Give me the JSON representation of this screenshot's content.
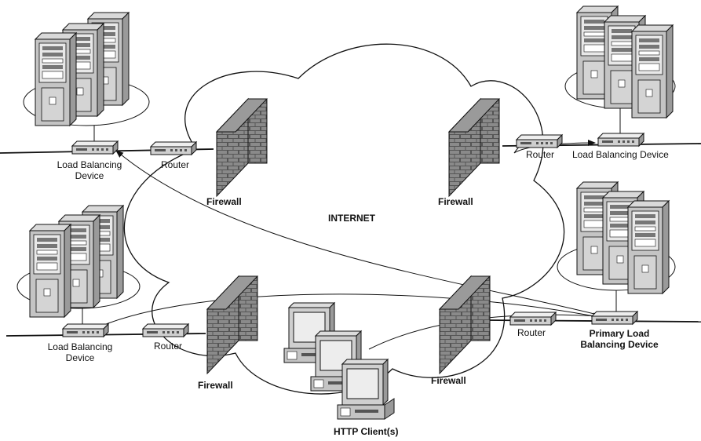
{
  "labels": {
    "internet": "INTERNET",
    "firewall_top_left": "Firewall",
    "firewall_top_right": "Firewall",
    "firewall_bottom_left": "Firewall",
    "firewall_bottom_right": "Firewall",
    "router_top_left": "Router",
    "router_top_right": "Router",
    "router_bottom_left": "Router",
    "router_bottom_right": "Router",
    "lbd_top_left_line1": "Load Balancing",
    "lbd_top_left_line2": "Device",
    "lbd_top_right": "Load Balancing Device",
    "lbd_bottom_left_line1": "Load Balancing",
    "lbd_bottom_left_line2": "Device",
    "primary_lbd_line1": "Primary Load",
    "primary_lbd_line2": "Balancing Device",
    "http_clients": "HTTP Client(s)"
  },
  "colors": {
    "stroke": "#111111",
    "wall_brick": "#8a8a8a",
    "wall_mortar": "#5e5e5e",
    "server_body": "#bdbdbd",
    "server_front": "#e0e0e0",
    "device": "#d8d8d8",
    "screen": "#e6e6e6"
  }
}
